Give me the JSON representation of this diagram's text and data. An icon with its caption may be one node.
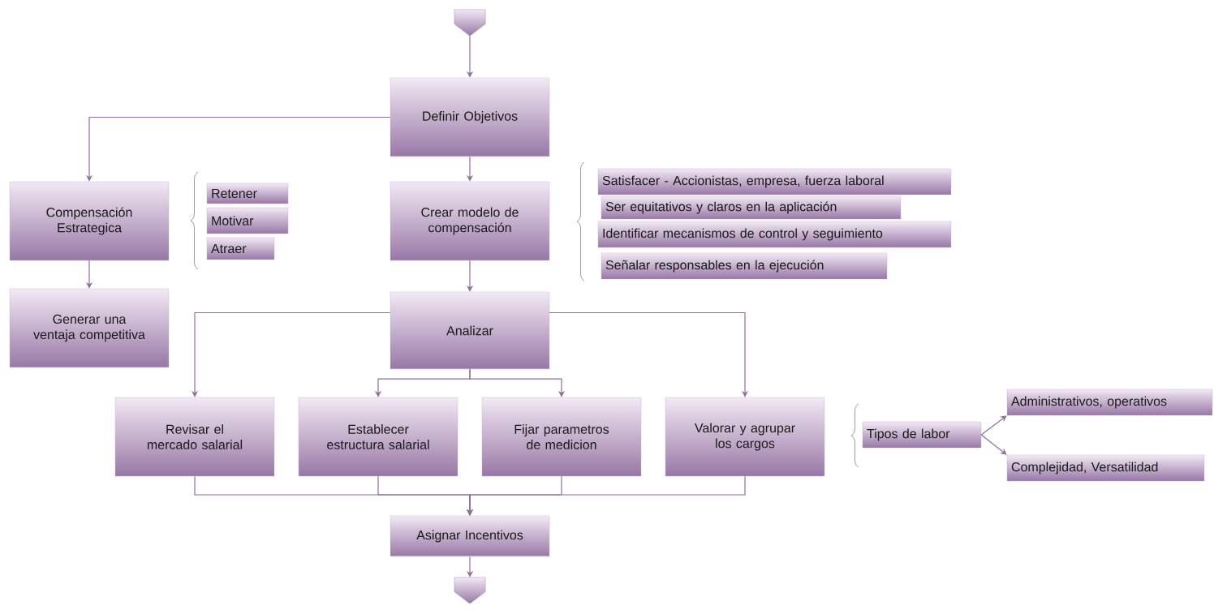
{
  "diagram": {
    "nodes": [
      {
        "text": [],
        "shape": "pentagon"
      },
      {
        "text": [
          "Definir Objetivos"
        ]
      },
      {
        "text": [
          "Compensación Estrategica"
        ]
      },
      {
        "text": [
          "Retener"
        ]
      },
      {
        "text": [
          "Motivar"
        ]
      },
      {
        "text": [
          "Atraer"
        ]
      },
      {
        "text": [
          "Crear modelo de compensación"
        ]
      },
      {
        "text": [
          "Satisfacer - Accionistas, empresa, fuerza laboral"
        ]
      },
      {
        "text": [
          "Ser equitativos y claros en la aplicación"
        ]
      },
      {
        "text": [
          "Identificar mecanismos de control y seguimiento"
        ]
      },
      {
        "text": [
          "Señalar responsables en la ejecución"
        ]
      },
      {
        "text": [
          "Generar una ventaja competitiva"
        ]
      },
      {
        "text": [
          "Analizar"
        ]
      },
      {
        "text": [
          "Revisar el mercado salarial"
        ]
      },
      {
        "text": [
          "Establecer estructura salarial"
        ]
      },
      {
        "text": [
          "Fijar parametros de medicion"
        ]
      },
      {
        "text": [
          "Valorar y agrupar los cargos"
        ]
      },
      {
        "text": [
          "Tipos de labor"
        ]
      },
      {
        "text": [
          "Administrativos, operativos"
        ]
      },
      {
        "text": [
          "Complejidad, Versatilidad"
        ]
      },
      {
        "text": [
          "Asignar Incentivos"
        ]
      },
      {
        "text": [],
        "shape": "pentagon"
      }
    ],
    "edges": [
      {
        "from": 0,
        "to": 1,
        "arrow": "to"
      },
      {
        "from": 1,
        "to": 2,
        "arrow": "to"
      },
      {
        "from": 1,
        "to": 6,
        "arrow": "to"
      },
      {
        "from": 2,
        "to": 11,
        "arrow": "to"
      },
      {
        "from": 6,
        "to": 12,
        "arrow": "to"
      },
      {
        "from": 12,
        "to": 13,
        "arrow": "to"
      },
      {
        "from": 12,
        "to": 14,
        "arrow": "to"
      },
      {
        "from": 12,
        "to": 15,
        "arrow": "to"
      },
      {
        "from": 12,
        "to": 16,
        "arrow": "to"
      },
      {
        "from": 13,
        "to": 20,
        "arrow": "to"
      },
      {
        "from": 14,
        "to": 20,
        "arrow": "to"
      },
      {
        "from": 15,
        "to": 20,
        "arrow": "to"
      },
      {
        "from": 16,
        "to": 20,
        "arrow": "to"
      },
      {
        "from": 20,
        "to": 21,
        "arrow": "to"
      },
      {
        "from": 17,
        "to": 18,
        "arrow": "to"
      },
      {
        "from": 17,
        "to": 19,
        "arrow": "to"
      }
    ]
  }
}
